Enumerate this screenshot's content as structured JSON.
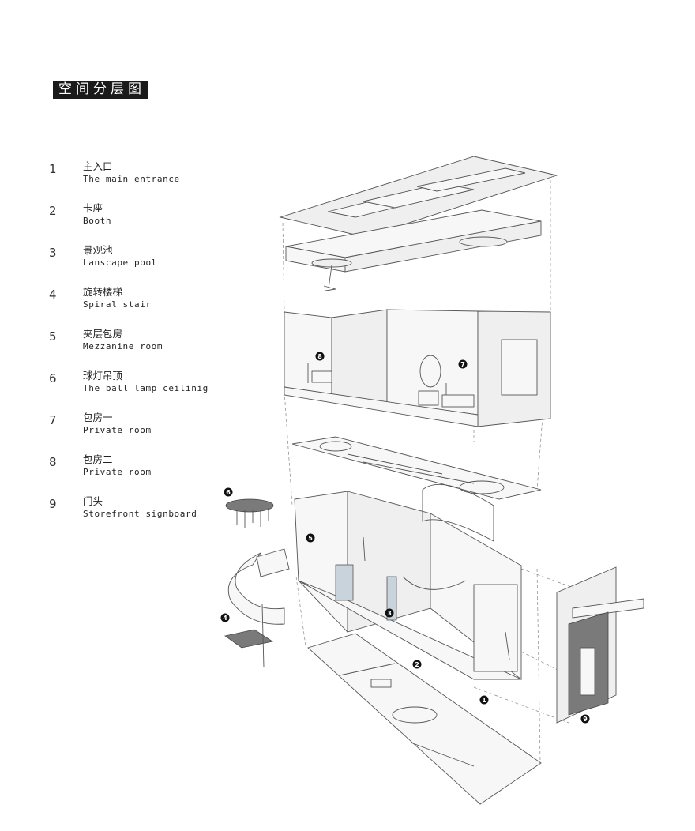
{
  "title": "空间分层图",
  "legend": [
    {
      "num": "1",
      "zh": "主入口",
      "en": "The main entrance"
    },
    {
      "num": "2",
      "zh": "卡座",
      "en": "Booth"
    },
    {
      "num": "3",
      "zh": "景观池",
      "en": "Lanscape pool"
    },
    {
      "num": "4",
      "zh": "旋转楼梯",
      "en": "Spiral stair"
    },
    {
      "num": "5",
      "zh": "夹层包房",
      "en": "Mezzanine room"
    },
    {
      "num": "6",
      "zh": "球灯吊顶",
      "en": "The ball lamp ceilinig"
    },
    {
      "num": "7",
      "zh": "包房一",
      "en": "Private room"
    },
    {
      "num": "8",
      "zh": "包房二",
      "en": "Private room"
    },
    {
      "num": "9",
      "zh": "门头",
      "en": "Storefront signboard"
    }
  ],
  "markers": [
    "1",
    "2",
    "3",
    "4",
    "5",
    "6",
    "7",
    "8",
    "9"
  ]
}
